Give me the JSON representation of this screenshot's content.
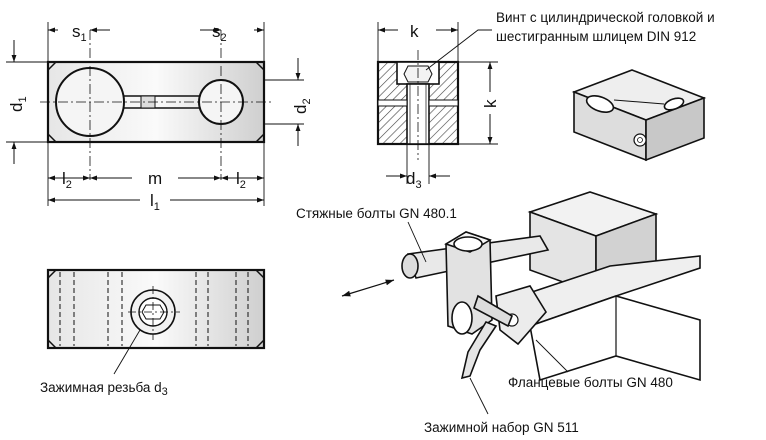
{
  "front_view": {
    "dims": {
      "s1": "s",
      "s1_sub": "1",
      "s2": "s",
      "s2_sub": "2",
      "d1": "d",
      "d1_sub": "1",
      "d2": "d",
      "d2_sub": "2",
      "l2_left": "l",
      "l2_left_sub": "2",
      "m": "m",
      "l2_right": "l",
      "l2_right_sub": "2",
      "l1": "l",
      "l1_sub": "1"
    }
  },
  "section_view": {
    "dims": {
      "k_top": "k",
      "k_side": "k",
      "d3": "d",
      "d3_sub": "3"
    },
    "callout": [
      "Винт с цилиндрической головкой и",
      "шестигранным шлицем DIN 912"
    ]
  },
  "bottom_view": {
    "label": "Зажимная резьба d",
    "label_sub": "3"
  },
  "assembly": {
    "label_tie_bolts": "Стяжные болты GN 480.1",
    "label_flange_bolts": "Фланцевые болты GN 480",
    "label_clamp_set": "Зажимной набор GN 511"
  }
}
